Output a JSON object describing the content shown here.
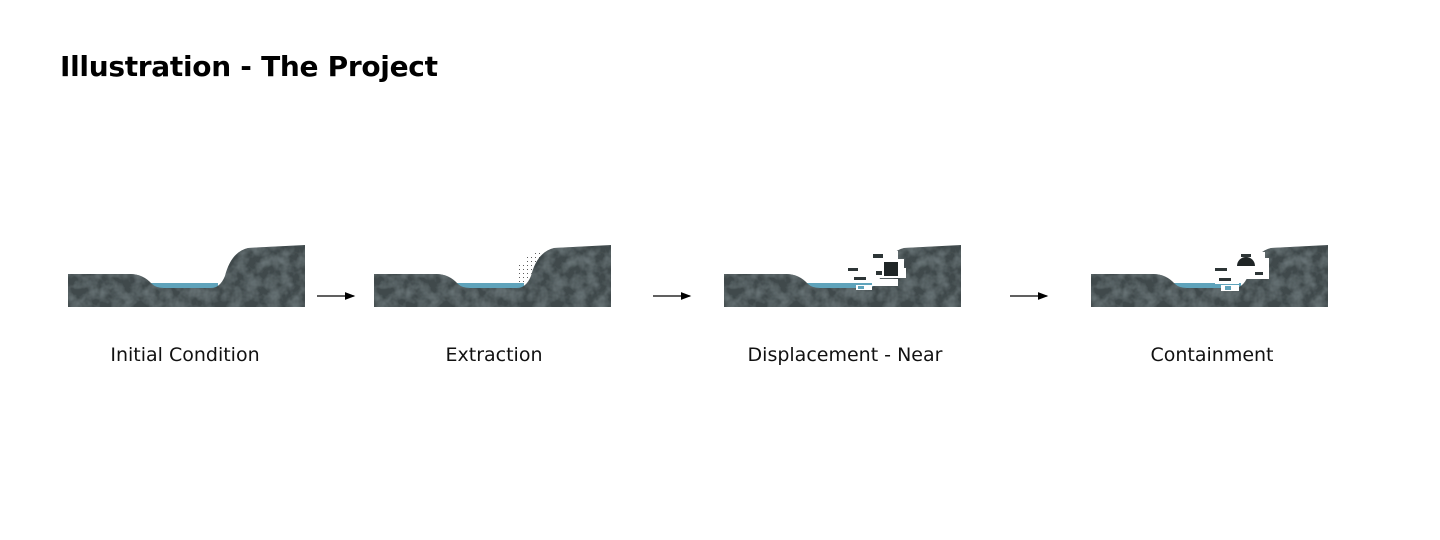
{
  "title": "Illustration - The Project",
  "colors": {
    "rock": "#3f4a4b",
    "water": "#5fa3bb",
    "block": "#ffffff",
    "dark_block": "#1f2526"
  },
  "stages": [
    {
      "label": "Initial Condition"
    },
    {
      "label": "Extraction"
    },
    {
      "label": "Displacement - Near"
    },
    {
      "label": "Containment"
    }
  ]
}
